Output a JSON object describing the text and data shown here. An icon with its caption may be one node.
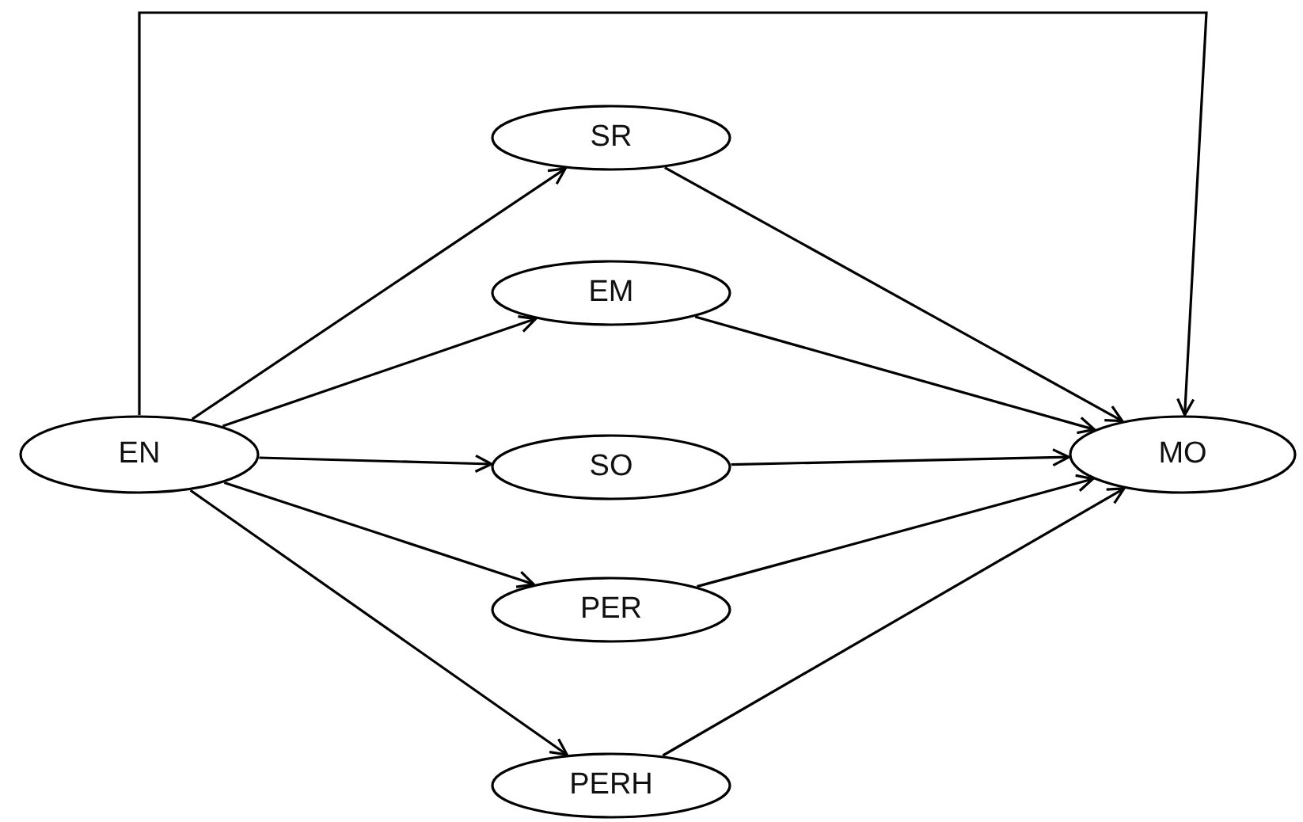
{
  "diagram": {
    "nodes": [
      {
        "text": [
          "EN"
        ]
      },
      {
        "text": [
          "SR"
        ]
      },
      {
        "text": [
          "EM"
        ]
      },
      {
        "text": [
          "SO"
        ]
      },
      {
        "text": [
          "PER"
        ]
      },
      {
        "text": [
          "PERH"
        ]
      },
      {
        "text": [
          "MO"
        ]
      }
    ],
    "edges": [
      {
        "from": 0,
        "to": 1,
        "arrow": "to"
      },
      {
        "from": 0,
        "to": 2,
        "arrow": "to"
      },
      {
        "from": 0,
        "to": 3,
        "arrow": "to"
      },
      {
        "from": 0,
        "to": 4,
        "arrow": "to"
      },
      {
        "from": 0,
        "to": 5,
        "arrow": "to"
      },
      {
        "from": 1,
        "to": 6,
        "arrow": "to"
      },
      {
        "from": 2,
        "to": 6,
        "arrow": "to"
      },
      {
        "from": 3,
        "to": 6,
        "arrow": "to"
      },
      {
        "from": 4,
        "to": 6,
        "arrow": "to"
      },
      {
        "from": 5,
        "to": 6,
        "arrow": "to"
      },
      {
        "from": 0,
        "to": 6,
        "arrow": "to"
      }
    ]
  }
}
